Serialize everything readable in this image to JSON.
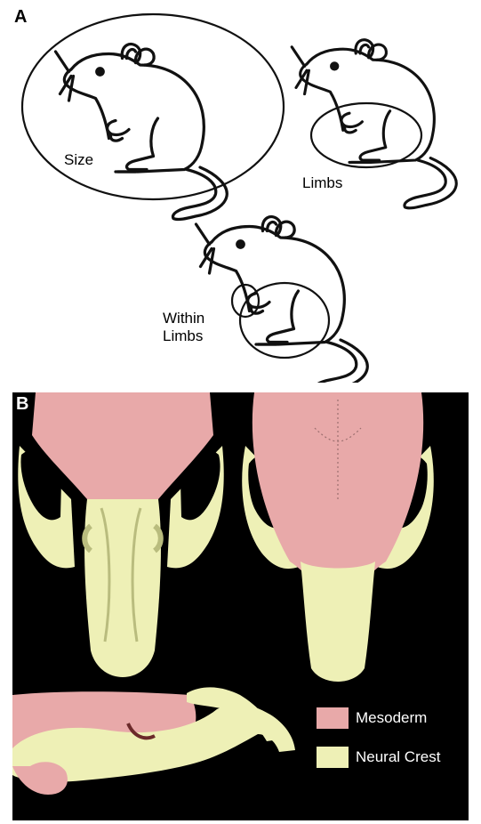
{
  "panels": {
    "a": {
      "label": "A",
      "mice": [
        {
          "name": "size",
          "caption": "Size"
        },
        {
          "name": "limbs",
          "caption": "Limbs"
        },
        {
          "name": "within-limbs",
          "caption": "Within\nLimbs"
        }
      ]
    },
    "b": {
      "label": "B",
      "legend": [
        {
          "label": "Mesoderm",
          "color": "#e8a9a9"
        },
        {
          "label": "Neural Crest",
          "color": "#eef0b6"
        }
      ]
    }
  },
  "colors": {
    "mesoderm": "#e8a9a9",
    "neural_crest": "#eef0b6",
    "background_b": "#000000",
    "line": "#111111"
  }
}
